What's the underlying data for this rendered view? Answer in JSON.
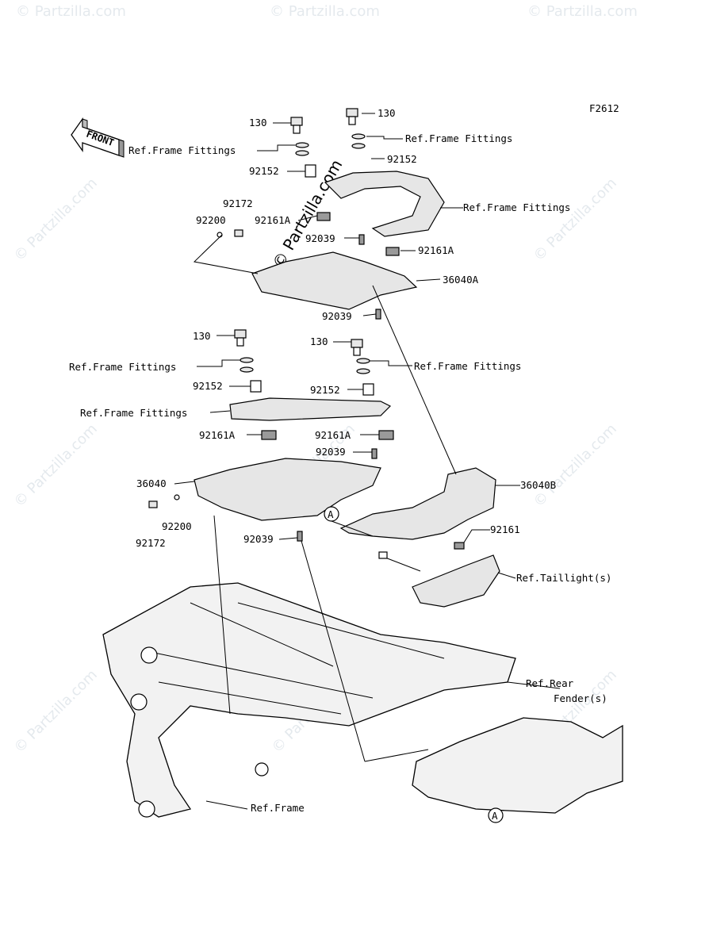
{
  "figure_id": "F2612",
  "front_label": "FRONT",
  "watermark": "© Partzilla.com",
  "labels": {
    "l130_a": "130",
    "l130_b": "130",
    "l130_c": "130",
    "l130_d": "130",
    "ref_ff_1": "Ref.Frame Fittings",
    "ref_ff_2": "Ref.Frame Fittings",
    "ref_ff_3": "Ref.Frame Fittings",
    "ref_ff_4": "Ref.Frame Fittings",
    "ref_ff_5": "Ref.Frame Fittings",
    "ref_ff_6": "Ref.Frame Fittings",
    "l92152_a": "92152",
    "l92152_b": "92152",
    "l92152_c": "92152",
    "l92152_d": "92152",
    "l92172_a": "92172",
    "l92172_b": "92172",
    "l92200_a": "92200",
    "l92200_b": "92200",
    "l92161A_a": "92161A",
    "l92161A_b": "92161A",
    "l92161A_c": "92161A",
    "l92161A_d": "92161A",
    "l92039_a": "92039",
    "l92039_b": "92039",
    "l92039_c": "92039",
    "l92039_d": "92039",
    "l36040A": "36040A",
    "l36040": "36040",
    "l36040B": "36040B",
    "l92161": "92161",
    "ref_taillight": "Ref.Taillight(s)",
    "ref_rear_1": "Ref.Rear",
    "ref_rear_2": "Fender(s)",
    "ref_frame": "Ref.Frame",
    "callout_a": "A"
  }
}
